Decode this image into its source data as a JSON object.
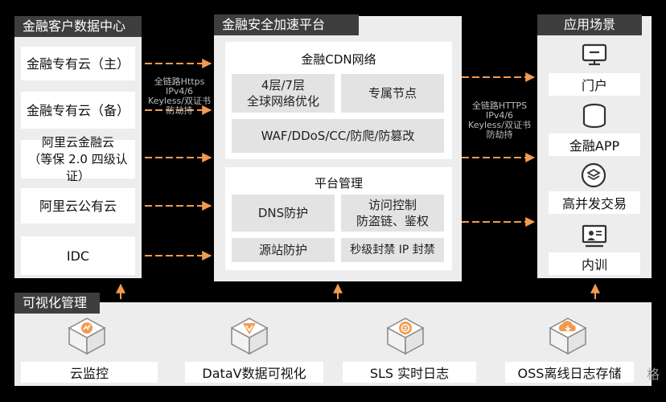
{
  "left_panel": {
    "title": "金融客户数据中心",
    "items": [
      "金融专有云（主）",
      "金融专有云（备）",
      "阿里云金融云\n（等保 2.0 四级认证）",
      "阿里云公有云",
      "IDC"
    ]
  },
  "left_link_note": "全链路Https\nIPv4/6\nKeyless/双证书\n防劫持",
  "center_panel": {
    "title": "金融安全加速平台",
    "cdn": {
      "title": "金融CDN网络",
      "items": [
        "4层/7层\n全球网络优化",
        "专属节点",
        "WAF/DDoS/CC/防爬/防篡改"
      ]
    },
    "mgmt": {
      "title": "平台管理",
      "items": [
        "DNS防护",
        "访问控制\n防盗链、鉴权",
        "源站防护",
        "秒级封禁 IP 封禁"
      ]
    }
  },
  "right_link_note": "全链路HTTPS\nIPv4/6\nKeyless/双证书\n防劫持",
  "right_panel": {
    "title": "应用场景",
    "items": [
      {
        "label": "门户",
        "icon": "monitor-icon"
      },
      {
        "label": "金融APP",
        "icon": "database-icon"
      },
      {
        "label": "高并发交易",
        "icon": "layers-icon"
      },
      {
        "label": "内训",
        "icon": "presentation-icon"
      }
    ]
  },
  "bottom_panel": {
    "title": "可视化管理",
    "items": [
      {
        "label": "云监控",
        "icon": "cloud-monitor-icon"
      },
      {
        "label": "DataV数据可视化",
        "icon": "datav-icon"
      },
      {
        "label": "SLS 实时日志",
        "icon": "sls-log-icon"
      },
      {
        "label": "OSS离线日志存储",
        "icon": "oss-storage-icon"
      }
    ]
  },
  "watermark": "格",
  "colors": {
    "accent": "#f39a4e",
    "panel": "#ededed",
    "header": "#3e3e3e",
    "chip": "#e3e3e3"
  }
}
